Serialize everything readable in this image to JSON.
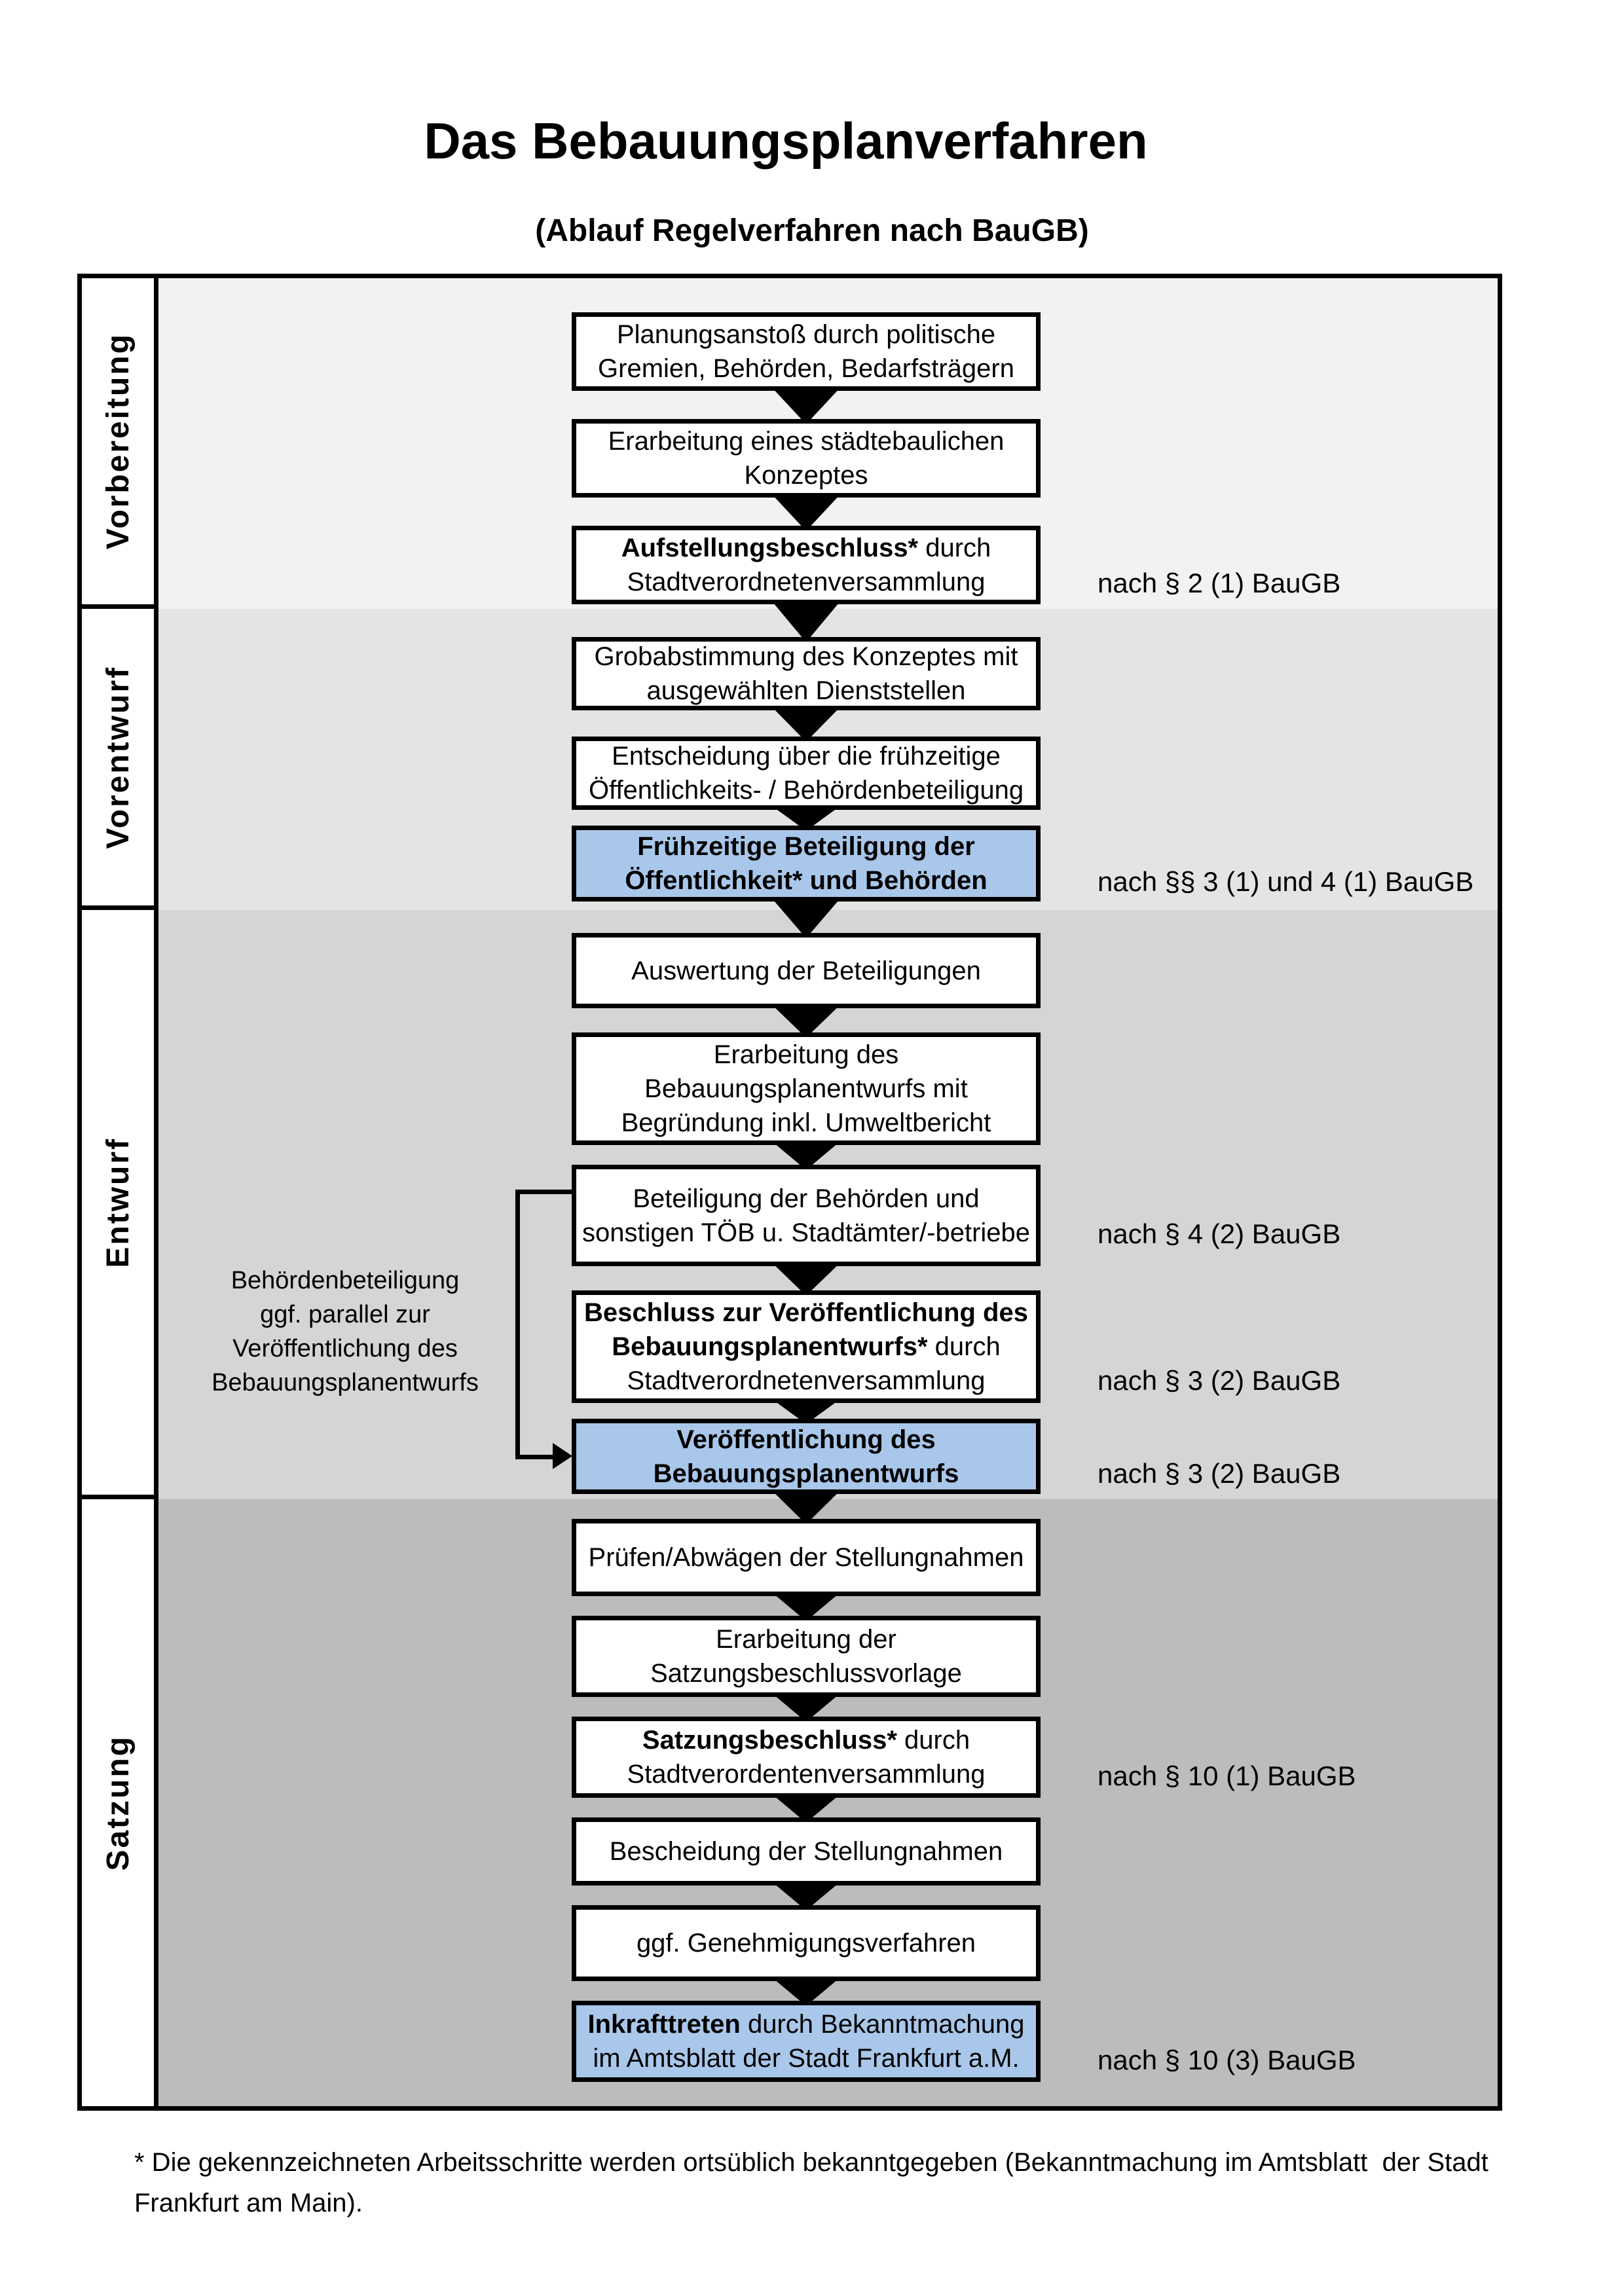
{
  "doc": {
    "title": "Das Bebauungsplanverfahren",
    "subtitle": "(Ablauf Regelverfahren nach BauGB)",
    "footnote": "* Die gekennzeichneten Arbeitsschritte werden ortsüblich bekanntgegeben (Bekanntmachung im Amtsblatt  der Stadt\nFrankfurt am Main)."
  },
  "colors": {
    "band_backgrounds": [
      "#f2f2f2",
      "#e4e4e4",
      "#d5d5d5",
      "#bcbcbc"
    ],
    "highlight_blue": "#a9c7ea",
    "line_black": "#000000"
  },
  "sections": [
    {
      "label": "Vorbereitung",
      "boxes": [
        {
          "segments": [
            {
              "text": "Planungsanstoß durch politische\nGremien, Behörden, Bedarfsträgern",
              "bold": false
            }
          ]
        },
        {
          "segments": [
            {
              "text": "Erarbeitung eines städtebaulichen\nKonzeptes",
              "bold": false
            }
          ]
        },
        {
          "segments": [
            {
              "text": "Aufstellungsbeschluss*",
              "bold": true
            },
            {
              "text": " durch\nStadtverordnetenversammlung",
              "bold": false
            }
          ],
          "ref": "nach § 2 (1) BauGB"
        }
      ]
    },
    {
      "label": "Vorentwurf",
      "boxes": [
        {
          "segments": [
            {
              "text": "Grobabstimmung des Konzeptes mit\nausgewählten Dienststellen",
              "bold": false
            }
          ]
        },
        {
          "segments": [
            {
              "text": "Entscheidung über die frühzeitige\nÖffentlichkeits- / Behördenbeteiligung",
              "bold": false
            }
          ]
        },
        {
          "segments": [
            {
              "text": "Frühzeitige Beteiligung der\nÖffentlichkeit* und Behörden",
              "bold": true
            }
          ],
          "highlight": true,
          "ref": "nach §§ 3 (1) und 4 (1) BauGB"
        }
      ]
    },
    {
      "label": "Entwurf",
      "annotation": "Behördenbeteiligung\nggf. parallel zur\nVeröffentlichung des\nBebauungsplanentwurfs",
      "boxes": [
        {
          "segments": [
            {
              "text": "Auswertung der Beteiligungen",
              "bold": false
            }
          ]
        },
        {
          "segments": [
            {
              "text": "Erarbeitung des\nBebauungsplanentwurfs mit\nBegründung inkl. Umweltbericht",
              "bold": false
            }
          ]
        },
        {
          "segments": [
            {
              "text": "Beteiligung der Behörden und\nsonstigen TÖB u. Stadtämter/-betriebe",
              "bold": false
            }
          ],
          "ref": "nach § 4 (2) BauGB"
        },
        {
          "segments": [
            {
              "text": "Beschluss zur Veröffentlichung des\nBebauungsplanentwurfs*",
              "bold": true
            },
            {
              "text": " durch\nStadtverordnetenversammlung",
              "bold": false
            }
          ],
          "ref": "nach § 3 (2) BauGB"
        },
        {
          "segments": [
            {
              "text": "Veröffentlichung des\nBebauungsplanentwurfs",
              "bold": true
            }
          ],
          "highlight": true,
          "ref": "nach § 3 (2) BauGB"
        }
      ]
    },
    {
      "label": "Satzung",
      "boxes": [
        {
          "segments": [
            {
              "text": "Prüfen/Abwägen der Stellungnahmen",
              "bold": false
            }
          ]
        },
        {
          "segments": [
            {
              "text": "Erarbeitung der\nSatzungsbeschlussvorlage",
              "bold": false
            }
          ]
        },
        {
          "segments": [
            {
              "text": "Satzungsbeschluss*",
              "bold": true
            },
            {
              "text": " durch\nStadtverordentenversammlung",
              "bold": false
            }
          ],
          "ref": "nach § 10 (1) BauGB"
        },
        {
          "segments": [
            {
              "text": "Bescheidung der Stellungnahmen",
              "bold": false
            }
          ]
        },
        {
          "segments": [
            {
              "text": "ggf. Genehmigungsverfahren",
              "bold": false
            }
          ]
        },
        {
          "segments": [
            {
              "text": "Inkrafttreten",
              "bold": true
            },
            {
              "text": " durch Bekanntmachung\nim Amtsblatt der Stadt Frankfurt a.M.",
              "bold": false
            }
          ],
          "highlight": true,
          "ref": "nach § 10 (3) BauGB"
        }
      ]
    }
  ]
}
